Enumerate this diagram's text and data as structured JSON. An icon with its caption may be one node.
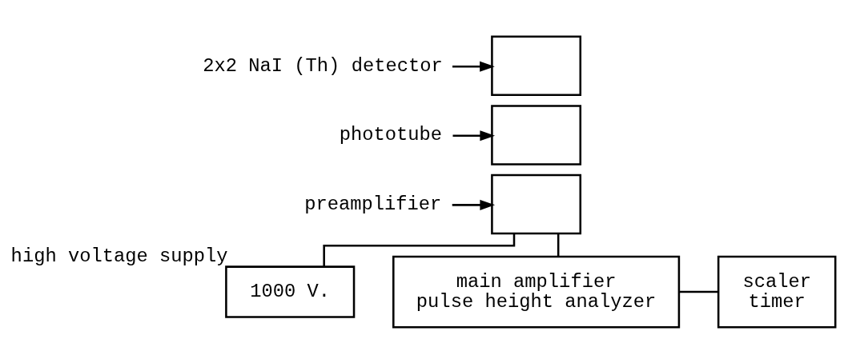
{
  "diagram": {
    "nodes": [
      {
        "text": [],
        "shape": "box"
      },
      {
        "text": [],
        "shape": "box"
      },
      {
        "text": [],
        "shape": "box"
      },
      {
        "text": [
          "2x2 NaI (Th) detector"
        ]
      },
      {
        "text": [
          "phototube"
        ]
      },
      {
        "text": [
          "preamplifier"
        ]
      },
      {
        "text": [
          "1000 V."
        ],
        "beside": [
          "high voltage supply"
        ]
      },
      {
        "text": [
          "main amplifier",
          "pulse height analyzer"
        ]
      },
      {
        "text": [
          "scaler",
          "timer"
        ]
      }
    ],
    "edges": [
      {
        "from": 3,
        "to": 0,
        "arrow": "to"
      },
      {
        "from": 4,
        "to": 1,
        "arrow": "to"
      },
      {
        "from": 5,
        "to": 2,
        "arrow": "to"
      },
      {
        "from": 2,
        "to": 6,
        "arrow": "none"
      },
      {
        "from": 2,
        "to": 7,
        "arrow": "none"
      },
      {
        "from": 7,
        "to": 8,
        "arrow": "none"
      }
    ]
  }
}
